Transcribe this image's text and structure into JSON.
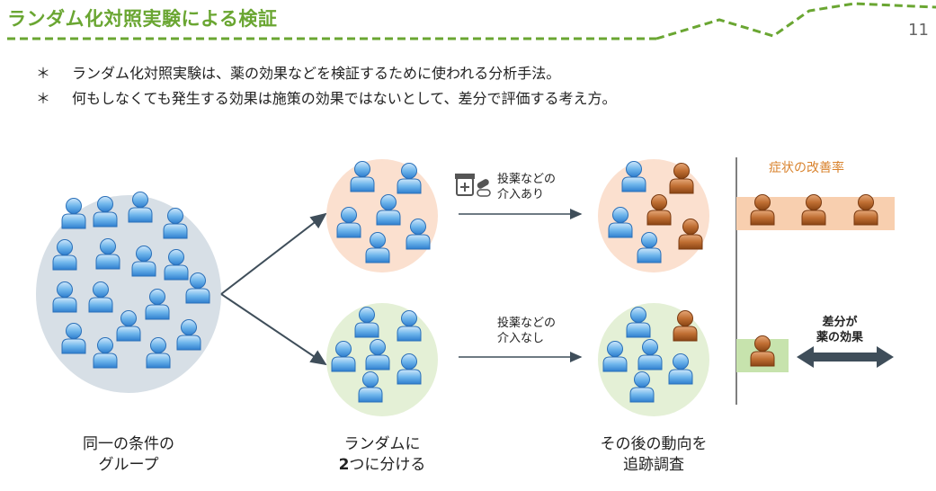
{
  "slide": {
    "title": "ランダム化対照実験による検証",
    "page_number": "11"
  },
  "bullets": [
    {
      "mark": "＊",
      "text": "ランダム化対照実験は、薬の効果などを検証するために使われる分析手法。"
    },
    {
      "mark": "＊",
      "text": "何もしなくても発生する効果は施策の効果ではないとして、差分で評価する考え方。"
    }
  ],
  "diagram": {
    "group_label_line1": "同一の条件の",
    "group_label_line2": "グループ",
    "split_label_line1": "ランダムに",
    "split_label_line2_bold": "2",
    "split_label_line2_rest": "つに分ける",
    "track_label_line1": "その後の動向を",
    "track_label_line2": "追跡調査",
    "intervention_yes_line1": "投薬などの",
    "intervention_yes_line2": "介入あり",
    "intervention_no_line1": "投薬などの",
    "intervention_no_line2": "介入なし",
    "improvement_title": "症状の改善率",
    "difference_line1": "差分が",
    "difference_line2": "薬の効果",
    "colors": {
      "accent_green": "#6aa632",
      "person_blue": "#5aa8e6",
      "person_brown": "#b5632a",
      "circle_gray": "#d7dfe6",
      "circle_orange": "#fbe0cf",
      "circle_green": "#e4f0d6",
      "bar_orange": "#f8cfaf",
      "bar_green": "#c7e3ad",
      "arrow_dark": "#3f4e5a"
    }
  }
}
